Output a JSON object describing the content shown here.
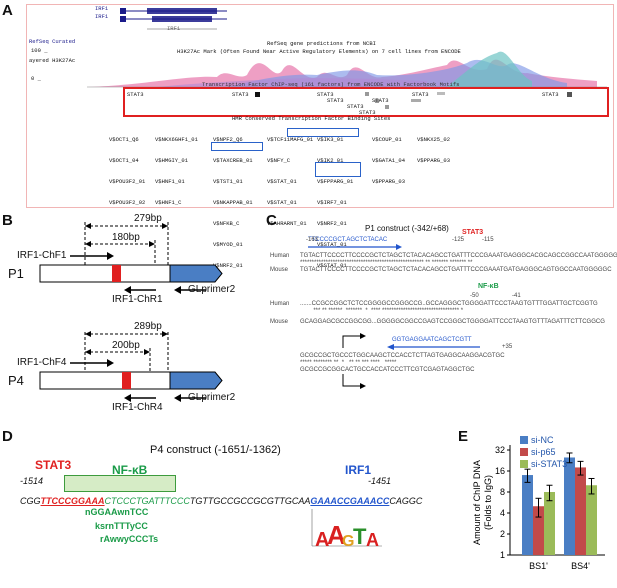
{
  "panels": {
    "A": "A",
    "B": "B",
    "C": "C",
    "D": "D",
    "E": "E"
  },
  "panelA": {
    "genes": [
      "IRF1",
      "IRF1",
      "IRF1"
    ],
    "left_labels": {
      "refseq": "RefSeq Curated",
      "val100": "100 _",
      "h3k27": "ayered H3K27Ac",
      "val0": "0 _"
    },
    "track_refseq_desc": "RefSeq gene predictions from NCBI",
    "track_h3k27_desc": "H3K27Ac Mark (Often Found Near Active Regulatory Elements) on 7 cell lines from ENCODE",
    "track_txn_desc": "Transcription Factor ChIP-seq (161 factors) from ENCODE with Factorbook Motifs",
    "stat3_labels": [
      "STAT3",
      "STAT3",
      "STAT3",
      "STAT3",
      "STAT3",
      "STAT3",
      "STAT3",
      "STAT3",
      "STAT3"
    ],
    "hmr_desc": "HMR Conserved Transcription Factor Binding Sites",
    "tfbs_col1": [
      "V$OCT1_Q6",
      "V$OCT1_04",
      "V$POU3F2_01",
      "V$POU3F2_02"
    ],
    "tfbs_col2": [
      "V$NKX6GHF1_01",
      "V$HMGIY_01",
      "V$HNF1_01",
      "V$HNF1_C"
    ],
    "tfbs_col3": [
      "V$NPF2_Q6",
      "V$TAXCREB_01",
      "V$TST1_01",
      "V$NKAPPAB_01",
      "V$NFKB_C",
      "V$MYOD_01",
      "V$NRF2_01"
    ],
    "tfbs_col4": [
      "V$TCF11MAFG_01",
      "V$NFY_C",
      "V$STAT_01",
      "V$STAT_01",
      "V$AHRARNT_01"
    ],
    "tfbs_col5": [
      "V$IK3_01",
      "V$IK2_01",
      "V$FPPARG_01",
      "V$IRF7_01",
      "V$NRF2_01",
      "V$STAT_01",
      "V$STAT_01"
    ],
    "tfbs_col6": [
      "V$COUP_01",
      "V$GATA1_04",
      "V$PPARG_03"
    ],
    "tfbs_col7": [
      "V$NKX25_02",
      "V$PPARG_03"
    ]
  },
  "panelB": {
    "p1": {
      "name": "P1",
      "dist_outer": "279bp",
      "dist_inner": "180bp",
      "fwd": "IRF1-ChF1",
      "rev": "IRF1-ChR1",
      "gl": "GLprimer2"
    },
    "p4": {
      "name": "P4",
      "dist_outer": "289bp",
      "dist_inner": "200bp",
      "fwd": "IRF1-ChF4",
      "rev": "IRF1-ChR4",
      "gl": "GLprimer2"
    }
  },
  "panelC": {
    "title": "P1 construct (-342/+68)",
    "primer_top": "TTCCCCGCT.AGCTCTACAC",
    "pos_163": "-163",
    "pos_125": "-125",
    "pos_115": "-115",
    "stat3": "STAT3",
    "human1": "TGTACTTCCCCTTCCCCGCTCTAGCTCTACACAGCCTGATTTCCCGAAATGAGGGCACGCAGCCGGCCAATGGGGGC",
    "stars1": "***************************************************** ** ******* ******* **",
    "mouse1": "TGTACTTCCCCTTCCCCGCTCTAGCTCTACACAGCCTGATTTCCCGAAATGATGAGGGCAGTGGCCAATGGGGGC",
    "nfkb": "NF-κB",
    "pos_50": "-50",
    "pos_41": "-41",
    "human2": ".......CCGCCGGCTCTCCGGGGCCGGGCCG..GCCAGGGCTGGGGATTCCCTAAGTGTTTGGATTGCTCGGTG",
    "stars2": "        *** ** ******  *******  *  **** ********************************* *",
    "mouse2": "GCAGGAGCGCCGGCGG...GGGGGCGGCCGAGTCCGGGCTGGGGATTCCCTAAGTGTTTAGATTTCTTCGGCG",
    "primer_bot": "GGTGAGGAATCAGCTCGTT",
    "pos_35": "+35",
    "human3": "GCGCCGCTGCCCTGGCAAGCTCCACCTCTTAGTGAGGCAAGGACGTGC",
    "stars3": "***** ******** **  *   ** ** *** ****   *****",
    "mouse3": "GCGCCGCGGCACTGCCACCATCCCTTCGTCGAGTAGGCTGC",
    "human_lbl": "Human",
    "mouse_lbl": "Mouse"
  },
  "panelD": {
    "title": "P4 construct (-1651/-1362)",
    "stat3": "STAT3",
    "nfkb": "NF-κB",
    "irf1": "IRF1",
    "pos_start": "-1514",
    "pos_end": "-1451",
    "seq_pre": "CGG",
    "seq_stat3": "TTCCCGGAAA",
    "seq_nfkb": "CTCCCTGATTTCCC",
    "seq_mid": "TGTTGCCGCCGCGTTGCAA",
    "seq_irf1": "GAAACCGAAACC",
    "seq_post": "CAGGC",
    "motifs": [
      "nGGAAwnTCC",
      "ksrnTTTyCC",
      "rAwwyCCCTs"
    ]
  },
  "chart_data": {
    "type": "bar",
    "categories": [
      "BS1'",
      "BS4'"
    ],
    "series": [
      {
        "name": "si-NC",
        "values": [
          14,
          25
        ],
        "errors": [
          3,
          4
        ],
        "color": "#4a7ec4"
      },
      {
        "name": "si-p65",
        "values": [
          5,
          18
        ],
        "errors": [
          1.5,
          4
        ],
        "color": "#c24a4a"
      },
      {
        "name": "si-STAT3",
        "values": [
          8,
          10
        ],
        "errors": [
          2,
          2.5
        ],
        "color": "#9bbb59"
      }
    ],
    "ylabel": "Amount of ChIP DNA (Folds to IgG)",
    "yticks": [
      "1",
      "2",
      "4",
      "8",
      "16",
      "32"
    ],
    "ylim": [
      1,
      32
    ],
    "log_scale": true
  }
}
